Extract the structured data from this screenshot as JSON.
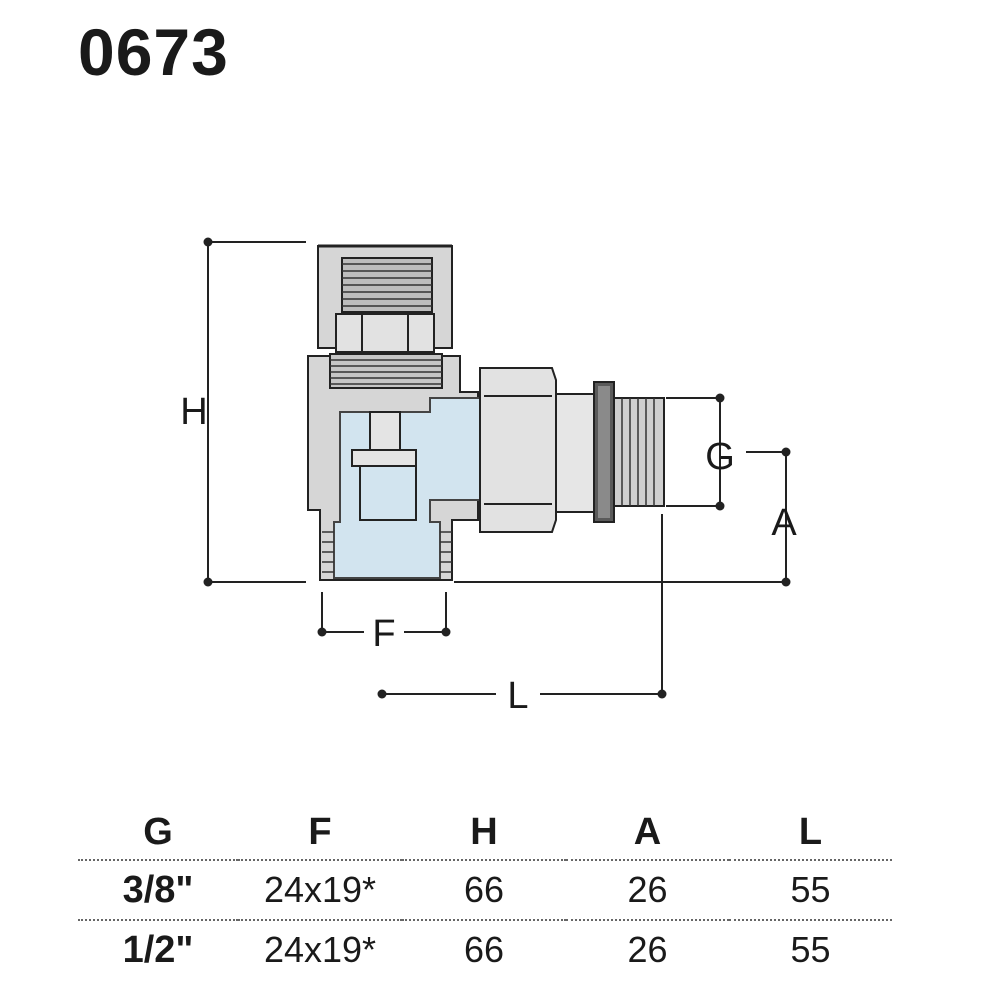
{
  "title": "0673",
  "diagram": {
    "labels": {
      "H": "H",
      "G": "G",
      "A": "A",
      "F": "F",
      "L": "L"
    },
    "colors": {
      "body": "#d6d6d6",
      "fluid": "#d2e4ef",
      "line": "#222222"
    }
  },
  "table": {
    "headers": [
      "G",
      "F",
      "H",
      "A",
      "L"
    ],
    "rows": [
      [
        "3/8\"",
        "24x19*",
        "66",
        "26",
        "55"
      ],
      [
        "1/2\"",
        "24x19*",
        "66",
        "26",
        "55"
      ]
    ]
  }
}
